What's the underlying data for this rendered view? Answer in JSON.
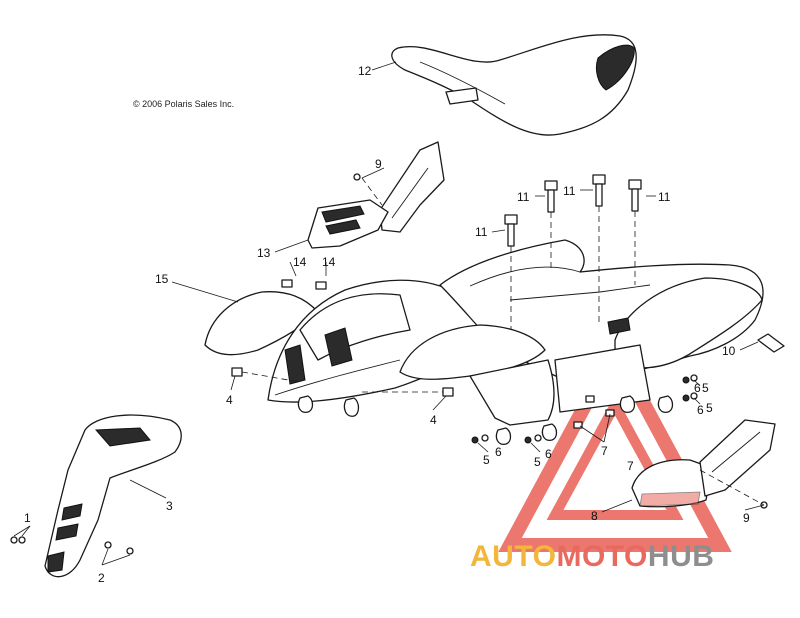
{
  "copyright": "© 2006 Polaris Sales Inc.",
  "watermark": {
    "part1": "AUTO",
    "part2": "MOTO",
    "part3": "HUB",
    "color_orange": "#f3b63a",
    "color_red": "#e9695f",
    "color_gray": "#8e8e8e"
  },
  "callouts": [
    "1",
    "2",
    "3",
    "4",
    "4",
    "5",
    "5",
    "5",
    "5",
    "6",
    "6",
    "6",
    "6",
    "7",
    "7",
    "8",
    "9",
    "9",
    "10",
    "11",
    "11",
    "11",
    "11",
    "12",
    "13",
    "14",
    "14",
    "15"
  ]
}
